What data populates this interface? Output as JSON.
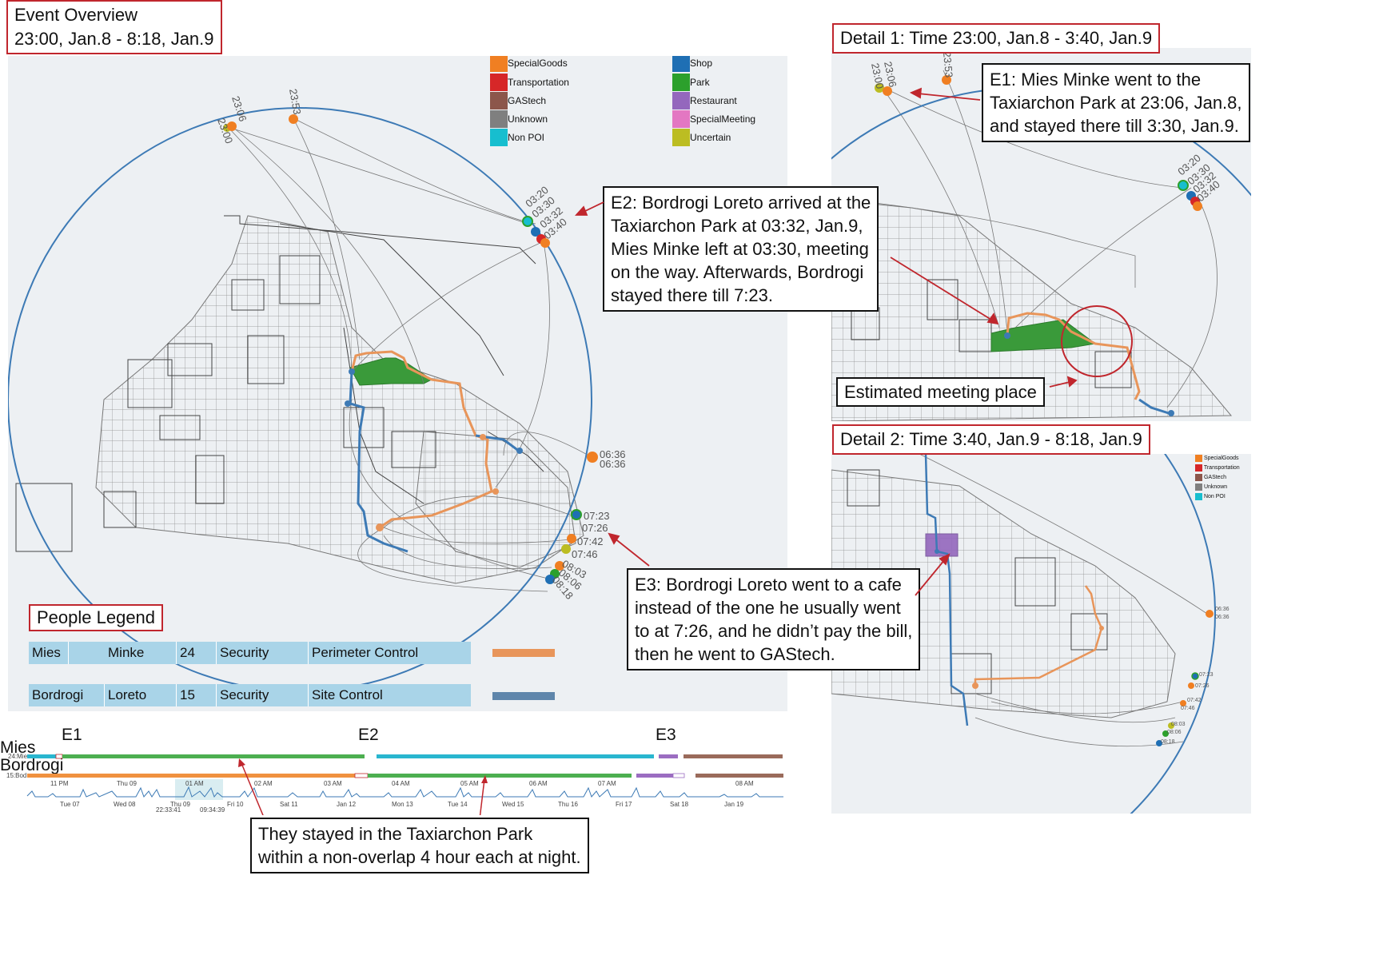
{
  "overview": {
    "title_line1": "Event Overview",
    "title_line2": "23:00, Jan.8 - 8:18, Jan.9"
  },
  "detail1": {
    "title": "Detail 1: Time 23:00, Jan.8 - 3:40, Jan.9"
  },
  "detail2": {
    "title": "Detail 2: Time 3:40, Jan.9 - 8:18, Jan.9"
  },
  "poi_legend": [
    {
      "label": "SpecialGoods",
      "color": "#f07f22"
    },
    {
      "label": "Transportation",
      "color": "#d62728"
    },
    {
      "label": "GAStech",
      "color": "#8c564b"
    },
    {
      "label": "Unknown",
      "color": "#7f7f7f"
    },
    {
      "label": "Non POI",
      "color": "#17becf"
    },
    {
      "label": "Shop",
      "color": "#1f6fb4"
    },
    {
      "label": "Park",
      "color": "#2ca02c"
    },
    {
      "label": "Restaurant",
      "color": "#9467bd"
    },
    {
      "label": "SpecialMeeting",
      "color": "#e377c2"
    },
    {
      "label": "Uncertain",
      "color": "#bcbd22"
    }
  ],
  "poi_legend_small": [
    "SpecialGoods",
    "Transportation",
    "GAStech",
    "Unknown",
    "Non POI"
  ],
  "overview_time_labels": [
    "23:00",
    "23:06",
    "23:53",
    "03:20",
    "03:30",
    "03:32",
    "03:40",
    "06:36",
    "06:36",
    "07:23",
    "07:26",
    "07:42",
    "07:46",
    "08:03",
    "08:06",
    "08:18"
  ],
  "detail1_time_labels": [
    "23:00",
    "23:06",
    "23:53",
    "03:20",
    "03:30",
    "03:32",
    "03:40"
  ],
  "detail2_time_labels": [
    "06:36",
    "06:36",
    "07:23",
    "07:26",
    "07:42",
    "07:46",
    "08:03",
    "08:06",
    "08:18"
  ],
  "callouts": {
    "e1": [
      "E1: Mies Minke went to the",
      "Taxiarchon Park at 23:06, Jan.8,",
      "and stayed there till 3:30, Jan.9."
    ],
    "e2": [
      "E2: Bordrogi Loreto arrived at the",
      "Taxiarchon Park at 03:32, Jan.9,",
      "Mies Minke left at 03:30, meeting",
      "on the way. Afterwards, Bordrogi",
      "stayed there till 7:23."
    ],
    "e3": [
      "E3: Bordrogi Loreto went to a cafe",
      "instead of the one he usually went",
      "to at 7:26, and he didn’t pay the bill,",
      " then he went to GAStech."
    ],
    "meeting": "Estimated meeting place",
    "timeline_note": [
      "They stayed in the Taxiarchon Park",
      "within a non-overlap 4 hour each at night."
    ]
  },
  "people_legend": {
    "title": "People Legend",
    "people": [
      {
        "first": "Mies",
        "last": "Minke",
        "id": "24",
        "dept": "Security",
        "title": "Perimeter Control",
        "color": "#e8955a"
      },
      {
        "first": "Bordrogi",
        "last": "Loreto",
        "id": "15",
        "dept": "Security",
        "title": "Site Control",
        "color": "#5f86ab"
      }
    ]
  },
  "timeline": {
    "events": [
      "E1",
      "E2",
      "E3"
    ],
    "row1_name": "Mies",
    "row2_name": "Bordrogi",
    "row1_tag": "24:Mie",
    "row2_tag": "15:Bod",
    "top_ticks": [
      "11 PM",
      "Thu 09",
      "01 AM",
      "02 AM",
      "03 AM",
      "04 AM",
      "05 AM",
      "06 AM",
      "07 AM",
      "08 AM"
    ],
    "bottom_ticks": [
      "Tue 07",
      "Wed 08",
      "Thu 09",
      "Fri 10",
      "Sat 11",
      "Jan 12",
      "Mon 13",
      "Tue 14",
      "Wed 15",
      "Thu 16",
      "Fri 17",
      "Sat 18",
      "Jan 19"
    ],
    "brush_labels": [
      "22:33:41",
      "09:34:39"
    ]
  },
  "colors": {
    "mies": "#e8955a",
    "bordrogi": "#3d7ab5",
    "park": "#3a9a3a",
    "restaurant": "#9467bd",
    "circle": "#3d7ab5",
    "highlight": "#c0262d"
  }
}
